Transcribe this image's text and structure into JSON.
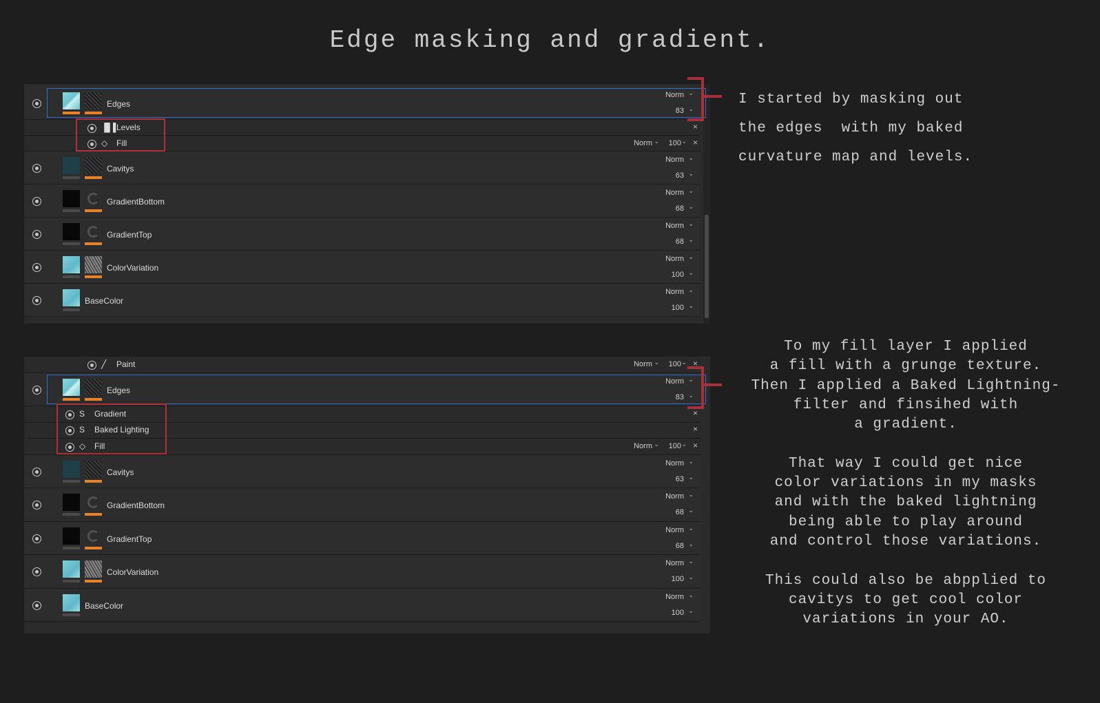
{
  "title": "Edge masking and gradient.",
  "panel1": {
    "layers": [
      {
        "name": "Edges",
        "blend": "Norm",
        "opacity": "83",
        "selected": true,
        "thumb": "teal-edge",
        "mask": "mask-tex"
      },
      {
        "name": "Levels",
        "sub": true,
        "icon": "levels-icon",
        "glyph": "▐▌▌"
      },
      {
        "name": "Fill",
        "sub": true,
        "icon": "fill-bucket-icon",
        "glyph": "◇",
        "blend": "Norm",
        "opacity": "100"
      },
      {
        "name": "Cavitys",
        "blend": "Norm",
        "opacity": "63",
        "thumb": "dark-teal",
        "mask": "mask-tex"
      },
      {
        "name": "GradientBottom",
        "blend": "Norm",
        "opacity": "68",
        "thumb": "blackt",
        "mask": "ring"
      },
      {
        "name": "GradientTop",
        "blend": "Norm",
        "opacity": "68",
        "thumb": "blackt",
        "mask": "ring"
      },
      {
        "name": "ColorVariation",
        "blend": "Norm",
        "opacity": "100",
        "thumb": "teal",
        "mask": "noise-tex"
      },
      {
        "name": "BaseColor",
        "blend": "Norm",
        "opacity": "100",
        "thumb": "teal",
        "mask": "none"
      }
    ]
  },
  "panel2": {
    "layers": [
      {
        "name": "Paint",
        "sub": true,
        "icon": "brush-icon",
        "glyph": "╱",
        "blend": "Norm",
        "opacity": "100"
      },
      {
        "name": "Edges",
        "blend": "Norm",
        "opacity": "83",
        "selected": true,
        "thumb": "teal-edge",
        "mask": "mask-tex"
      },
      {
        "name": "Gradient",
        "sub": true,
        "icon": "substance-icon",
        "glyph": "S"
      },
      {
        "name": "Baked Lighting",
        "sub": true,
        "icon": "substance-icon",
        "glyph": "S"
      },
      {
        "name": "Fill",
        "sub": true,
        "icon": "fill-bucket-icon",
        "glyph": "◇",
        "blend": "Norm",
        "opacity": "100"
      },
      {
        "name": "Cavitys",
        "blend": "Norm",
        "opacity": "63",
        "thumb": "dark-teal",
        "mask": "mask-tex"
      },
      {
        "name": "GradientBottom",
        "blend": "Norm",
        "opacity": "68",
        "thumb": "blackt",
        "mask": "ring"
      },
      {
        "name": "GradientTop",
        "blend": "Norm",
        "opacity": "68",
        "thumb": "blackt",
        "mask": "ring"
      },
      {
        "name": "ColorVariation",
        "blend": "Norm",
        "opacity": "100",
        "thumb": "teal",
        "mask": "noise-tex"
      },
      {
        "name": "BaseColor",
        "blend": "Norm",
        "opacity": "100",
        "thumb": "teal",
        "mask": "none"
      }
    ]
  },
  "notes": {
    "note1": "I started by masking out\nthe edges  with my baked\ncurvature map and levels.",
    "note2": "To my fill layer I applied\na fill with a grunge texture.\nThen I applied a Baked Lightning-\nfilter and finsihed with\na gradient.\n\nThat way I could get nice\ncolor variations in my masks\nand with the baked lightning\nbeing able to play around\nand control those variations.\n\nThis could also be abpplied to\ncavitys to get cool color\nvariations in your AO."
  },
  "colors": {
    "accent_orange": "#e8822a",
    "selection_blue": "#2f6fd6",
    "annotation_red": "#a8303a"
  }
}
